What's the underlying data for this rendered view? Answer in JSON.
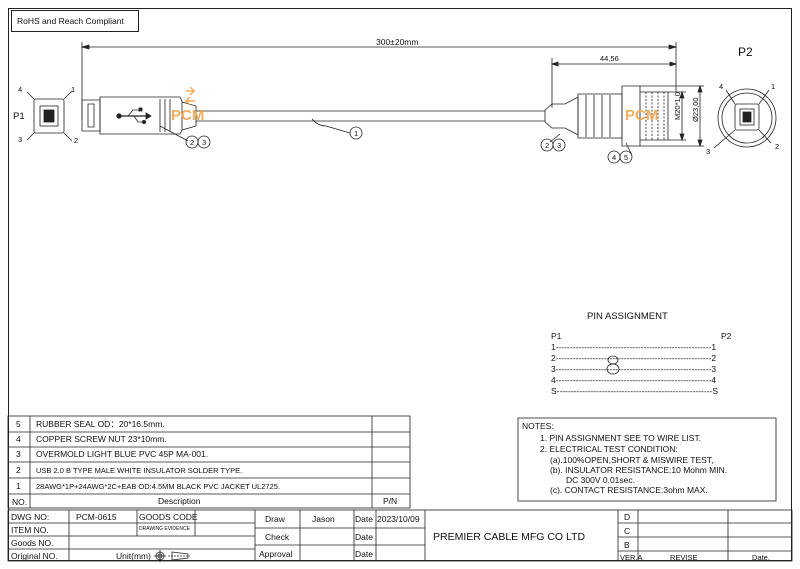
{
  "header": {
    "compliance": "RoHS and Reach Compliant"
  },
  "drawing": {
    "length_dim": "300±20mm",
    "dim_44": "44,56",
    "dim_m20": "M20*1.0",
    "dim_dia": "Ø23,00",
    "p1_label": "P1",
    "p2_label": "P2",
    "logo": "PCM",
    "callouts": {
      "c1": "1",
      "c2": "2",
      "c3": "3",
      "c4": "4",
      "c5": "5"
    },
    "pins": {
      "p1": "1",
      "p2": "2",
      "p3": "3",
      "p4": "4"
    }
  },
  "pin_assignment": {
    "title": "PIN  ASSIGNMENT",
    "col_left": "P1",
    "col_right": "P2",
    "rows": [
      "1-------------------------------------------------------1",
      "2-------------------------------------------------------2",
      "3-------------------------------------------------------3",
      "4-------------------------------------------------------4",
      "S-------------------------------------------------------S"
    ]
  },
  "notes": {
    "title": "NOTES:",
    "lines": [
      "1. PIN ASSIGNMENT SEE TO WIRE LIST.",
      "2. ELECTRICAL TEST CONDITION:",
      "(a).100%OPEN,SHORT & MISWIRE TEST,",
      "(b). INSULATOR RESISTANCE:10 Mohm MIN.",
      "DC 300V 0.01sec.",
      "(c). CONTACT RESISTANCE:3ohm MAX."
    ]
  },
  "bom": {
    "rows": [
      {
        "no": "5",
        "desc": "RUBBER  SEAL OD：20*16.5mm."
      },
      {
        "no": "4",
        "desc": "COPPER  SCREW NUT  23*10mm."
      },
      {
        "no": "3",
        "desc": "OVERMOLD LIGHT BLUE PVC 45P MA-001."
      },
      {
        "no": "2",
        "desc": "USB 2.0 B TYPE MALE WHITE INSULATOR SOLDER TYPE."
      },
      {
        "no": "1",
        "desc": "28AWG*1P+24AWG*2C+EAB  OD:4.5MM  BLACK PVC JACKET UL2725."
      }
    ],
    "header_no": "NO.",
    "header_desc": "Description",
    "header_pn": "P/N"
  },
  "title_block": {
    "dwg_no_label": "DWG NO:",
    "dwg_no": "PCM-0615",
    "goods_code_label": "GOODS CODE",
    "drawing_evidence": "DRAWING EVIDENCE",
    "item_no_label": "ITEM NO.",
    "goods_no_label": "Goods NO.",
    "original_no_label": "Original NO.",
    "unit_label": "Unit(mm)",
    "draw_label": "Draw",
    "drawer": "Jason",
    "check_label": "Check",
    "approval_label": "Approval",
    "date_label": "Date",
    "date_value": "2023/10/09",
    "company": "PREMIER CABLE MFG CO LTD",
    "rev_letters": [
      "D",
      "C",
      "B"
    ],
    "ver_label": "VER.A",
    "revise_label": "REVISE",
    "date_col_label": "Date."
  }
}
